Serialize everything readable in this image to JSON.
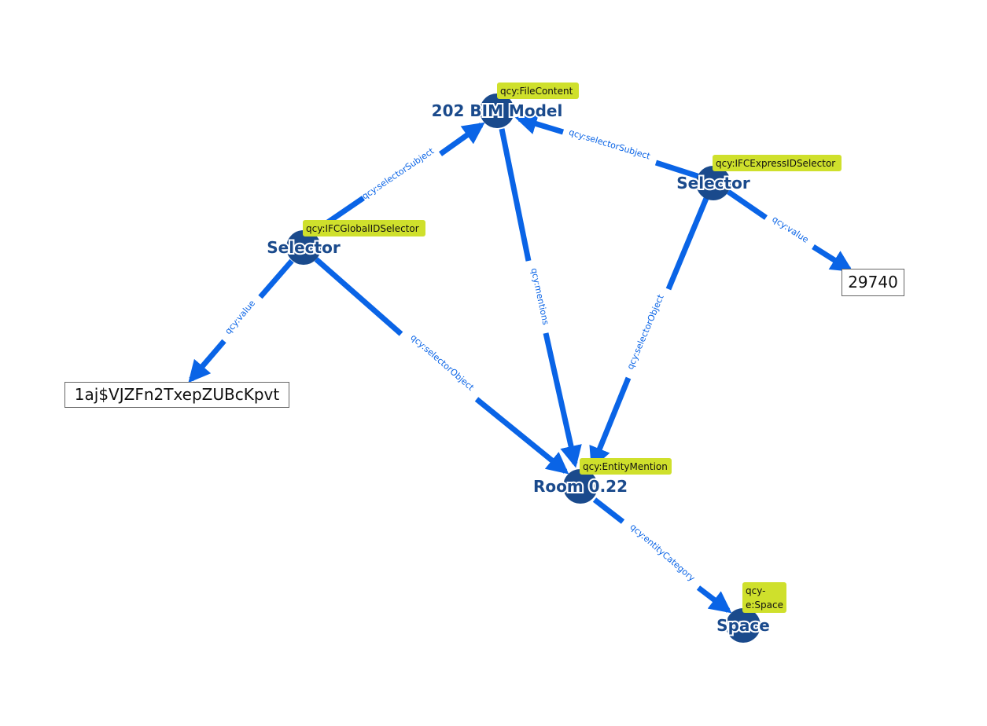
{
  "nodes": [
    {
      "id": "bim",
      "label": "202 BIM Model",
      "type_lines": [
        "qcy:FileContent"
      ]
    },
    {
      "id": "sel1",
      "label": "Selector",
      "type_lines": [
        "qcy:IFCGlobalIDSelector"
      ]
    },
    {
      "id": "sel2",
      "label": "Selector",
      "type_lines": [
        "qcy:IFCExpressIDSelector"
      ]
    },
    {
      "id": "room",
      "label": "Room 0.22",
      "type_lines": [
        "qcy:EntityMention"
      ]
    },
    {
      "id": "space",
      "label": "Space",
      "type_lines": [
        "qcy-",
        "e:Space"
      ]
    }
  ],
  "literals": [
    {
      "id": "lit1",
      "text": "1aj$VJZFn2TxepZUBcKpvt"
    },
    {
      "id": "lit2",
      "text": "29740"
    }
  ],
  "edges": [
    {
      "id": "e1",
      "from": "sel1",
      "to": "bim",
      "label": "qcy:selectorSubject"
    },
    {
      "id": "e2",
      "from": "sel2",
      "to": "bim",
      "label": "qcy:selectorSubject"
    },
    {
      "id": "e3",
      "from": "bim",
      "to": "room",
      "label": "qcy:mentions"
    },
    {
      "id": "e4",
      "from": "sel1",
      "to": "room",
      "label": "qcy:selectorObject"
    },
    {
      "id": "e5",
      "from": "sel2",
      "to": "room",
      "label": "qcy:selectorObject"
    },
    {
      "id": "e6",
      "from": "sel1",
      "to": "lit1",
      "label": "qcy:value"
    },
    {
      "id": "e7",
      "from": "sel2",
      "to": "lit2",
      "label": "qcy:value"
    },
    {
      "id": "e8",
      "from": "room",
      "to": "space",
      "label": "qcy:entityCategory"
    }
  ],
  "colors": {
    "edge": "#0a64e6",
    "node": "#1a4a8c",
    "type_badge": "#cfe02c"
  }
}
